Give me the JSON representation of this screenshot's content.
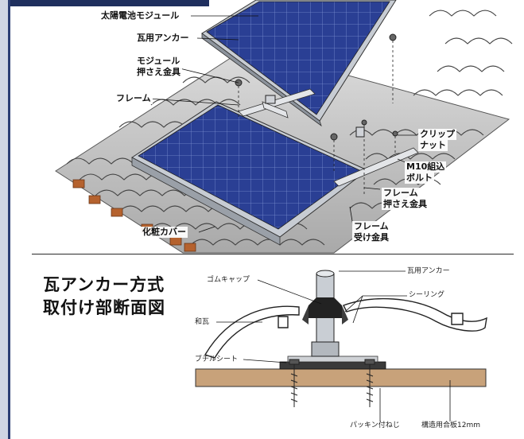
{
  "top_diagram": {
    "labels": {
      "solar_module": "太陽電池モジュール",
      "tile_anchor": "瓦用アンカー",
      "module_clamp_line1": "モジュール",
      "module_clamp_line2": "押さえ金具",
      "frame": "フレーム",
      "clip_nut_line1": "クリップ",
      "clip_nut_line2": "ナット",
      "m10_bolt_line1": "M10組込",
      "m10_bolt_line2": "ボルト",
      "frame_clamp_line1": "フレーム",
      "frame_clamp_line2": "押さえ金具",
      "frame_receiver_line1": "フレーム",
      "frame_receiver_line2": "受け金具",
      "decorative_cover": "化粧カバー"
    }
  },
  "bottom_diagram": {
    "title_line1": "瓦アンカー方式",
    "title_line2": "取付け部断面図",
    "labels": {
      "rubber_cap": "ゴムキャップ",
      "tile_anchor": "瓦用アンカー",
      "sealing": "シーリング",
      "japanese_tile": "和瓦",
      "butyl_sheet": "ブチルシート",
      "packing_screw": "パッキン付ねじ",
      "structural_plywood": "構造用合板12mm"
    }
  },
  "colors": {
    "panel_blue": "#26388a",
    "panel_frame": "#b9bec6",
    "tile_gray": "#c9c9c9",
    "wood": "#c8a27a",
    "accent_navy": "#1f2f5e"
  }
}
